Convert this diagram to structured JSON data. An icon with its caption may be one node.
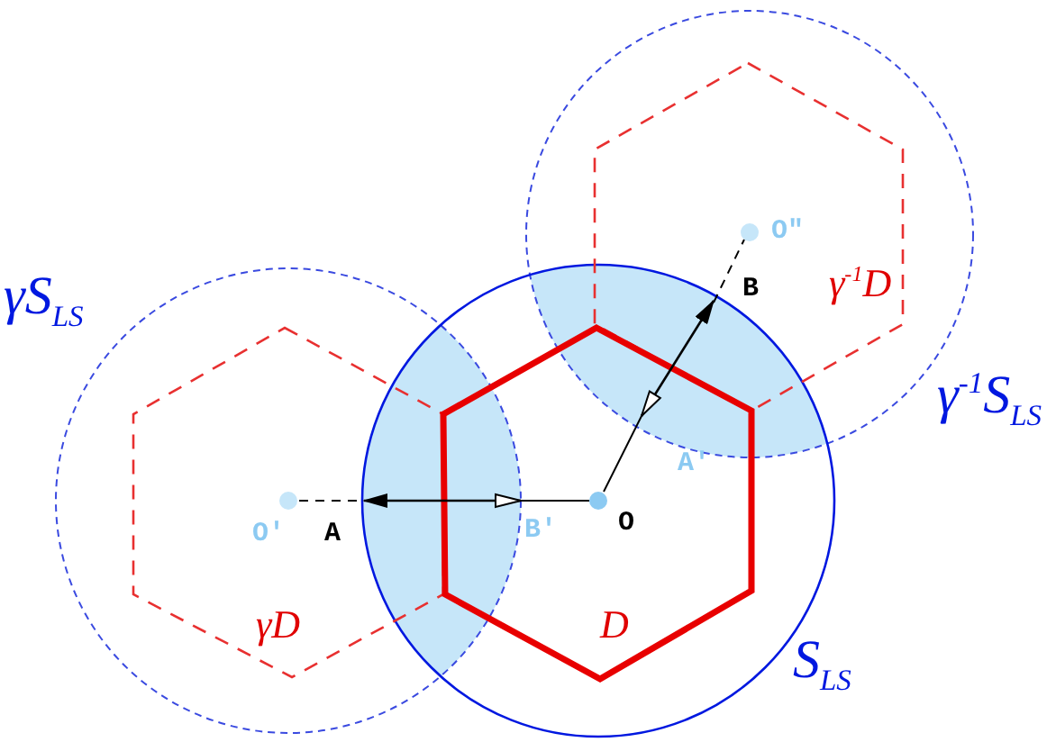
{
  "diagram": {
    "labels": [
      "γS$_{LS}$",
      "γ$^{-1}$D",
      "O\"",
      "B",
      "γ$^{-1}$S$_{LS}$",
      "A′",
      "O′",
      "A",
      "B′",
      "O",
      "D",
      "γD",
      "S$_{LS}$"
    ]
  }
}
